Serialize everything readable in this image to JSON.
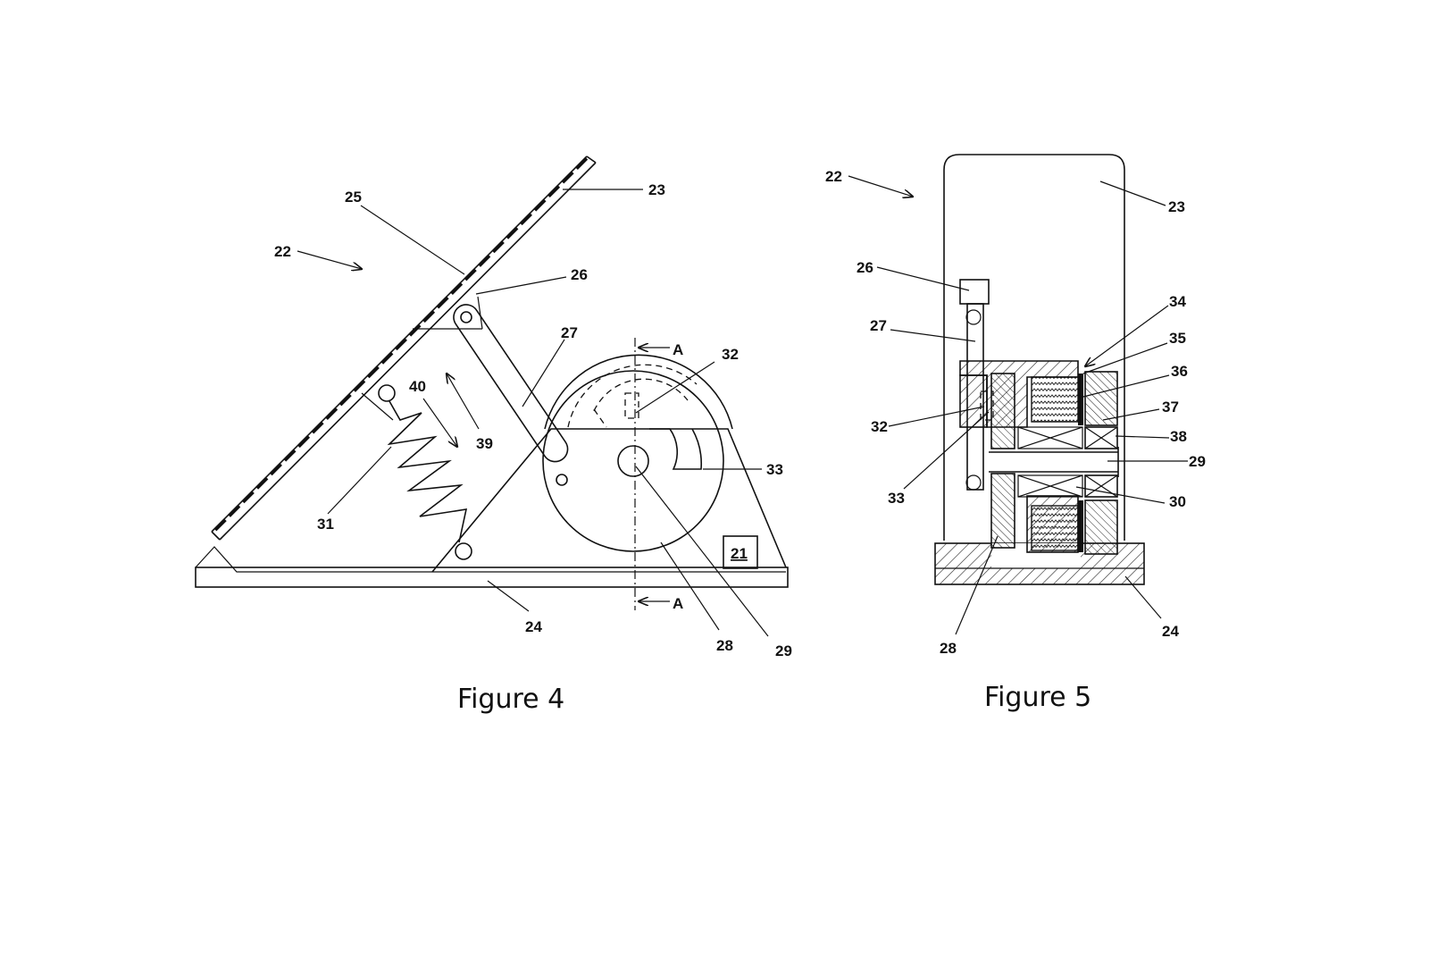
{
  "figure4": {
    "caption": "Figure 4",
    "labels": {
      "l21": "21",
      "l22": "22",
      "l23": "23",
      "l24": "24",
      "l25": "25",
      "l26": "26",
      "l27": "27",
      "l28": "28",
      "l29": "29",
      "l31": "31",
      "l32": "32",
      "l33": "33",
      "l39": "39",
      "l40": "40",
      "section_top": "A",
      "section_bottom": "A"
    }
  },
  "figure5": {
    "caption": "Figure 5",
    "labels": {
      "l22": "22",
      "l23": "23",
      "l24": "24",
      "l26": "26",
      "l27": "27",
      "l28": "28",
      "l29": "29",
      "l30": "30",
      "l32": "32",
      "l33": "33",
      "l34": "34",
      "l35": "35",
      "l36": "36",
      "l37": "37",
      "l38": "38"
    }
  }
}
